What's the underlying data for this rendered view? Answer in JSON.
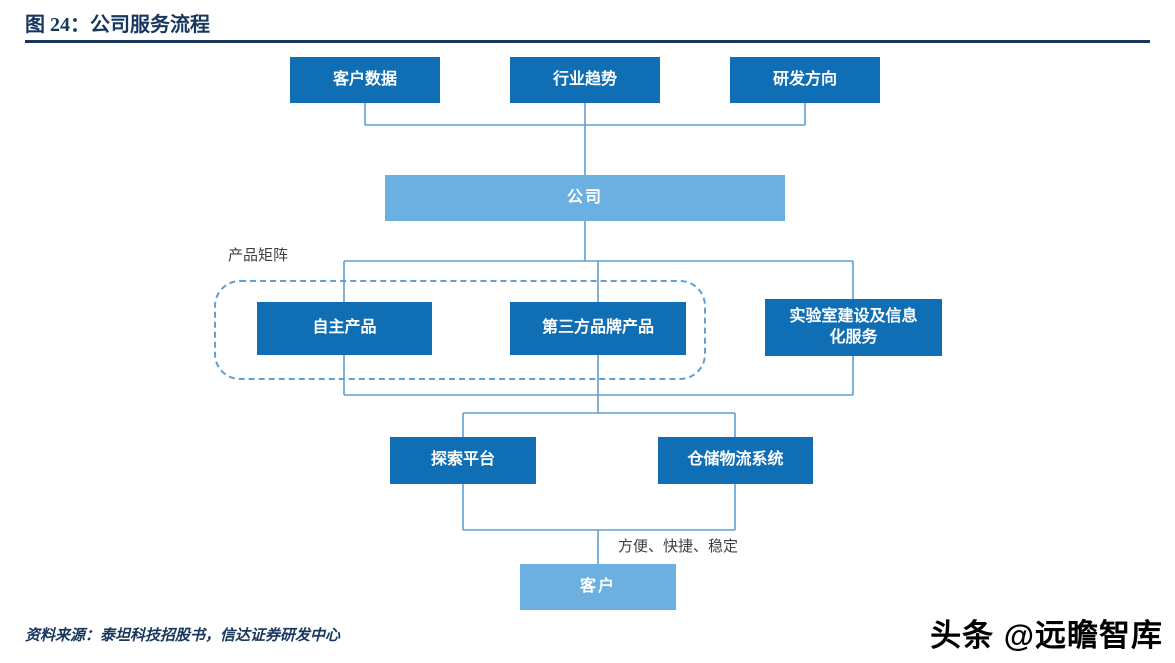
{
  "title": "图 24：公司服务流程",
  "colors": {
    "box_dark_blue": "#0F6EB4",
    "box_light_blue": "#6CB0E2",
    "connector_line": "#5FA0D5",
    "title_navy": "#17375E",
    "watermark_black": "#000000"
  },
  "diagram": {
    "inputs": [
      {
        "label": "客户数据"
      },
      {
        "label": "行业趋势"
      },
      {
        "label": "研发方向"
      }
    ],
    "company_label": "公司",
    "matrix_label": "产品矩阵",
    "matrix_items": [
      {
        "label": "自主产品"
      },
      {
        "label": "第三方品牌产品"
      }
    ],
    "lab_service_label": "实验室建设及信息化服务",
    "platforms": [
      {
        "label": "探索平台"
      },
      {
        "label": "仓储物流系统"
      }
    ],
    "benefit_caption": "方便、快捷、稳定",
    "customer_label": "客户"
  },
  "footer": {
    "source": "资料来源：泰坦科技招股书，信达证券研发中心"
  },
  "watermark": "头条 @远瞻智库"
}
